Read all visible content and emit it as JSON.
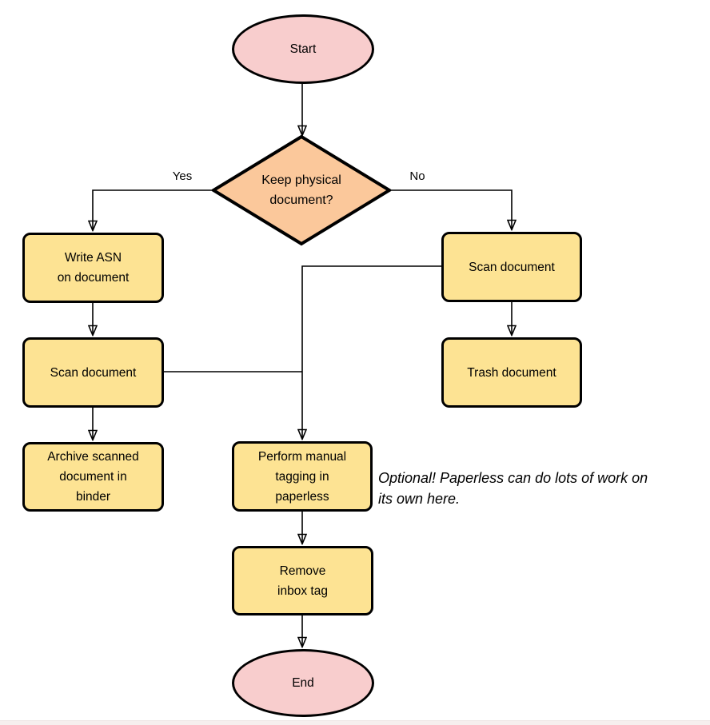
{
  "colors": {
    "terminal_fill": "#F8CDCD",
    "decision_fill": "#FBC89B",
    "process_fill": "#FDE393",
    "stroke": "#000000",
    "background": "#FFFFFF"
  },
  "nodes": {
    "start": {
      "label": "Start",
      "type": "terminal"
    },
    "decision": {
      "label": "Keep physical\ndocument?",
      "type": "decision"
    },
    "write_asn": {
      "label": "Write ASN\non document",
      "type": "process"
    },
    "scan_left": {
      "label": "Scan document",
      "type": "process"
    },
    "archive": {
      "label": "Archive scanned\ndocument in\nbinder",
      "type": "process"
    },
    "scan_right": {
      "label": "Scan document",
      "type": "process"
    },
    "trash": {
      "label": "Trash document",
      "type": "process"
    },
    "tagging": {
      "label": "Perform manual\ntagging in\npaperless",
      "type": "process"
    },
    "remove_inbox": {
      "label": "Remove\ninbox tag",
      "type": "process"
    },
    "end": {
      "label": "End",
      "type": "terminal"
    }
  },
  "edge_labels": {
    "yes": "Yes",
    "no": "No"
  },
  "annotation": {
    "text": "Optional! Paperless can do lots of work on\nits own here."
  }
}
